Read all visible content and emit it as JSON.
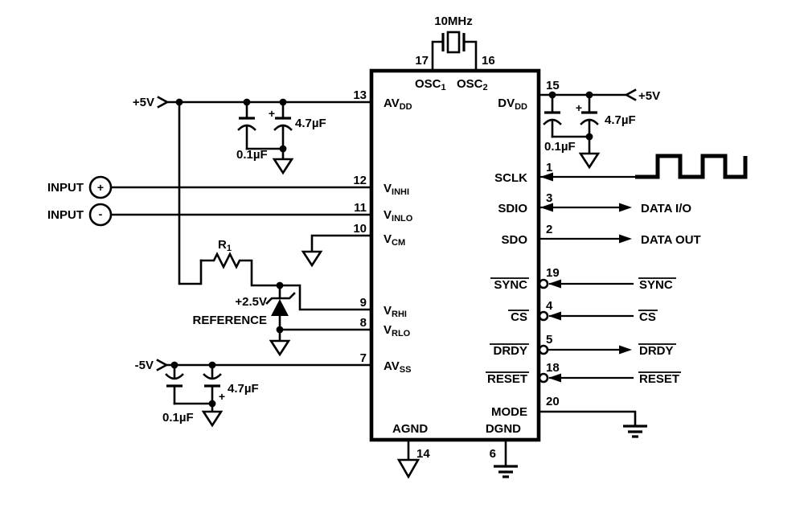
{
  "crystal": {
    "frequency": "10MHz"
  },
  "ic": {
    "pins": {
      "osc1": {
        "num": "17",
        "base": "OSC",
        "sub": "1"
      },
      "osc2": {
        "num": "16",
        "base": "OSC",
        "sub": "2"
      },
      "avdd": {
        "num": "13",
        "base": "AV",
        "sub": "DD"
      },
      "dvdd": {
        "num": "15",
        "base": "DV",
        "sub": "DD"
      },
      "vinhi": {
        "num": "12",
        "base": "V",
        "sub": "INHI"
      },
      "vinlo": {
        "num": "11",
        "base": "V",
        "sub": "INLO"
      },
      "vcm": {
        "num": "10",
        "base": "V",
        "sub": "CM"
      },
      "vrhi": {
        "num": "9",
        "base": "V",
        "sub": "RHI"
      },
      "vrlo": {
        "num": "8",
        "base": "V",
        "sub": "RLO"
      },
      "avss": {
        "num": "7",
        "base": "AV",
        "sub": "SS"
      },
      "agnd": {
        "num": "14",
        "label": "AGND"
      },
      "dgnd": {
        "num": "6",
        "label": "DGND"
      },
      "sclk": {
        "num": "1",
        "label": "SCLK"
      },
      "sdio": {
        "num": "3",
        "label": "SDIO"
      },
      "sdo": {
        "num": "2",
        "label": "SDO"
      },
      "sync": {
        "num": "19",
        "label": "SYNC"
      },
      "cs": {
        "num": "4",
        "label": "CS"
      },
      "drdy": {
        "num": "5",
        "label": "DRDY"
      },
      "reset": {
        "num": "18",
        "label": "RESET"
      },
      "mode": {
        "num": "20",
        "label": "MODE"
      }
    }
  },
  "supplies": {
    "analog_pos": {
      "label": "+5V",
      "cap_small": "0.1µF",
      "cap_large": "4.7µF",
      "plus": "+"
    },
    "digital_pos": {
      "label": "+5V",
      "cap_small": "0.1µF",
      "cap_large": "4.7µF",
      "plus": "+"
    },
    "analog_neg": {
      "label": "-5V",
      "cap_small": "0.1µF",
      "cap_large": "4.7µF",
      "plus": "+"
    }
  },
  "inputs": {
    "pos": {
      "label": "INPUT",
      "sign": "+"
    },
    "neg": {
      "label": "INPUT",
      "sign": "-"
    }
  },
  "reference": {
    "r_base": "R",
    "r_sub": "1",
    "voltage": "+2.5V",
    "label": "REFERENCE"
  },
  "external_signals": {
    "sync": "SYNC",
    "cs": "CS",
    "drdy": "DRDY",
    "reset": "RESET",
    "data_io": "DATA I/O",
    "data_out": "DATA OUT"
  }
}
